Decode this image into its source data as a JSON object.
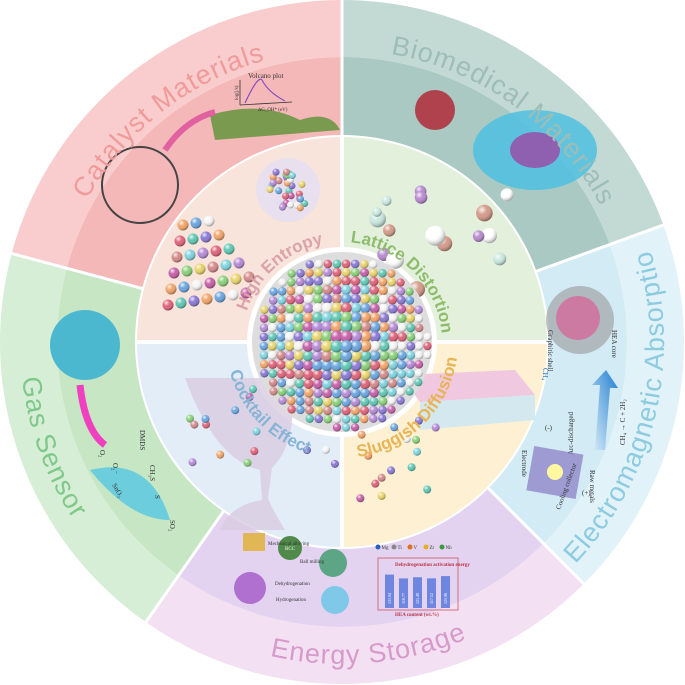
{
  "sectors": [
    {
      "key": "biomedical",
      "label": "Biomedical Materials",
      "outer": "#c3d9d4",
      "inner": "#a9c9c2",
      "text": "#9dbdb6"
    },
    {
      "key": "electromagnetic",
      "label": "Electromagnetic Absorption",
      "outer": "#e2f2f9",
      "inner": "#d3ebf4",
      "text": "#8ccbe0"
    },
    {
      "key": "energy",
      "label": "Energy Storage",
      "outer": "#f3e0f2",
      "inner": "#e3d3f1",
      "text": "#d79acb"
    },
    {
      "key": "gas",
      "label": "Gas Sensor",
      "outer": "#d6eed6",
      "inner": "#c6e6c4",
      "text": "#7ec889"
    },
    {
      "key": "catalyst",
      "label": "Catalyst  Materials",
      "outer": "#f9cdcd",
      "inner": "#f5b8b8",
      "text": "#f19a9a"
    }
  ],
  "core_effects": [
    {
      "label": "High Entropy",
      "quadrant": "top-left",
      "bg": "#f8e4da",
      "text": "#dba2aa"
    },
    {
      "label": "Lattice Distortion",
      "quadrant": "top-right",
      "bg": "#e3f0dc",
      "text": "#8dbd6c"
    },
    {
      "label": "Cocktail Effect",
      "quadrant": "bottom-left",
      "bg": "#e3edf7",
      "text": "#86b4d6"
    },
    {
      "label": "Sluggish Diffusion",
      "quadrant": "bottom-right",
      "bg": "#fdf0d3",
      "text": "#e8b556"
    }
  ],
  "ball_colors": [
    "#e0637a",
    "#5fc7b4",
    "#8a78d6",
    "#f2a46a",
    "#6aa6e0",
    "#f4f4f4",
    "#c65fa8",
    "#8ad07a",
    "#e8d46a",
    "#d48a8a",
    "#7fd3e0",
    "#b58ad6"
  ],
  "insets": {
    "catalyst": {
      "plot_title": "Volcano plot",
      "x_axis": "ΔG_OH* (eV)",
      "y_axis": "log(j/s)"
    },
    "gas": {
      "o2": "O₂",
      "o2_ion": "O₂⁻",
      "dmds": "DMDS",
      "ch3s": "CH₃S",
      "sno2": "SnO₂",
      "s": "S",
      "so2": "SO₂"
    },
    "energy": {
      "legend": [
        "Mg",
        "Ti",
        "V",
        "Zr",
        "Nb"
      ],
      "legend_colors": [
        "#2a5fbf",
        "#888888",
        "#e0701a",
        "#e8b020",
        "#3a9a3a"
      ],
      "step1": "Mechanical alloying",
      "step2": "Ball milling",
      "bcc": "BCC",
      "dehydro": "Dehydrogenation",
      "hydro": "Hydrogenation",
      "chart_title": "Dehydrogenation activation energy",
      "chart_xlabel": "HEA content (wt.%)",
      "bar_values": [
        131.94,
        116.77,
        121.49,
        117.12,
        125.96
      ]
    },
    "em": {
      "ch4": "CH₄",
      "arc": "Arc-discharged",
      "reaction": "CH₄ → C + 2H₂",
      "shell": "Graphitic shell",
      "core": "HEA core",
      "electrode": "Electrode",
      "raw": "Raw metals",
      "cooling": "Cooling collector",
      "minus": "(-)",
      "plus": "(+)"
    }
  }
}
